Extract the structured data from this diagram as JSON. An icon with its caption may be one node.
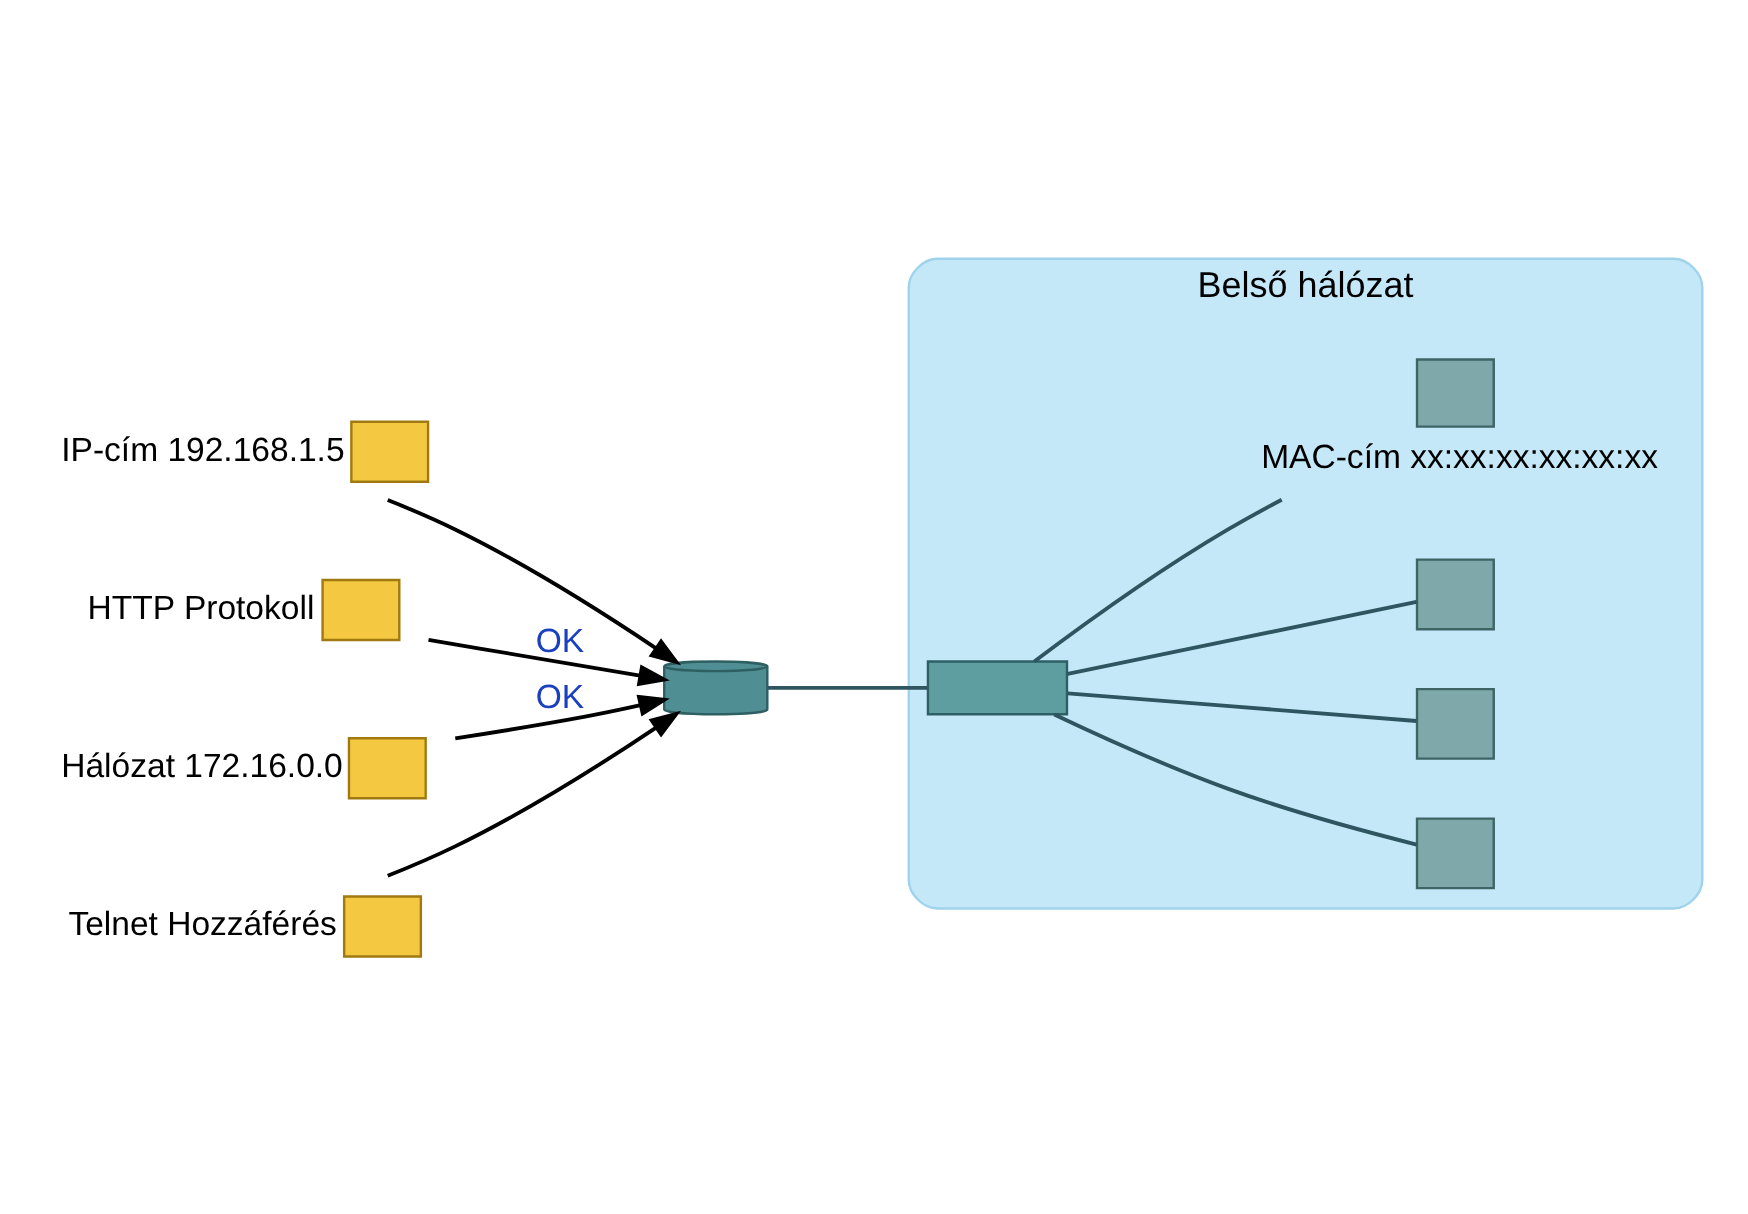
{
  "diagram": {
    "nodes": [
      {
        "text": [],
        "shape": "box",
        "beside": [
          "IP-cím 192.168.1.5"
        ]
      },
      {
        "text": [],
        "shape": "box",
        "beside": [
          "HTTP Protokoll"
        ]
      },
      {
        "text": [],
        "shape": "box",
        "beside": [
          "Hálózat 172.16.0.0"
        ]
      },
      {
        "text": [],
        "shape": "box",
        "beside": [
          "Telnet Hozzáférés"
        ]
      },
      {
        "text": [],
        "shape": "cylinder"
      },
      {
        "text": [
          "Belső hálózat"
        ]
      },
      {
        "text": [],
        "shape": "box",
        "in": 5
      },
      {
        "text": [],
        "shape": "box",
        "in": 5
      },
      {
        "text": [],
        "shape": "box",
        "in": 5
      },
      {
        "text": [],
        "shape": "box",
        "in": 5
      },
      {
        "text": [],
        "shape": "box",
        "in": 5,
        "beside": [
          "MAC-cím xx:xx:xx:xx:xx:xx"
        ]
      }
    ],
    "edges": [
      {
        "from": 0,
        "to": 4,
        "arrow": "to",
        "color": "#000000"
      },
      {
        "from": 1,
        "to": 4,
        "arrow": "to",
        "label": "OK",
        "color": "#000000"
      },
      {
        "from": 2,
        "to": 4,
        "arrow": "to",
        "label": "OK",
        "color": "#000000"
      },
      {
        "from": 3,
        "to": 4,
        "arrow": "to",
        "color": "#000000"
      },
      {
        "from": 4,
        "to": 6,
        "arrow": "none"
      },
      {
        "from": 6,
        "to": 7,
        "arrow": "none"
      },
      {
        "from": 6,
        "to": 8,
        "arrow": "none"
      },
      {
        "from": 6,
        "to": 9,
        "arrow": "none"
      },
      {
        "from": 6,
        "to": 10,
        "arrow": "none"
      }
    ]
  }
}
